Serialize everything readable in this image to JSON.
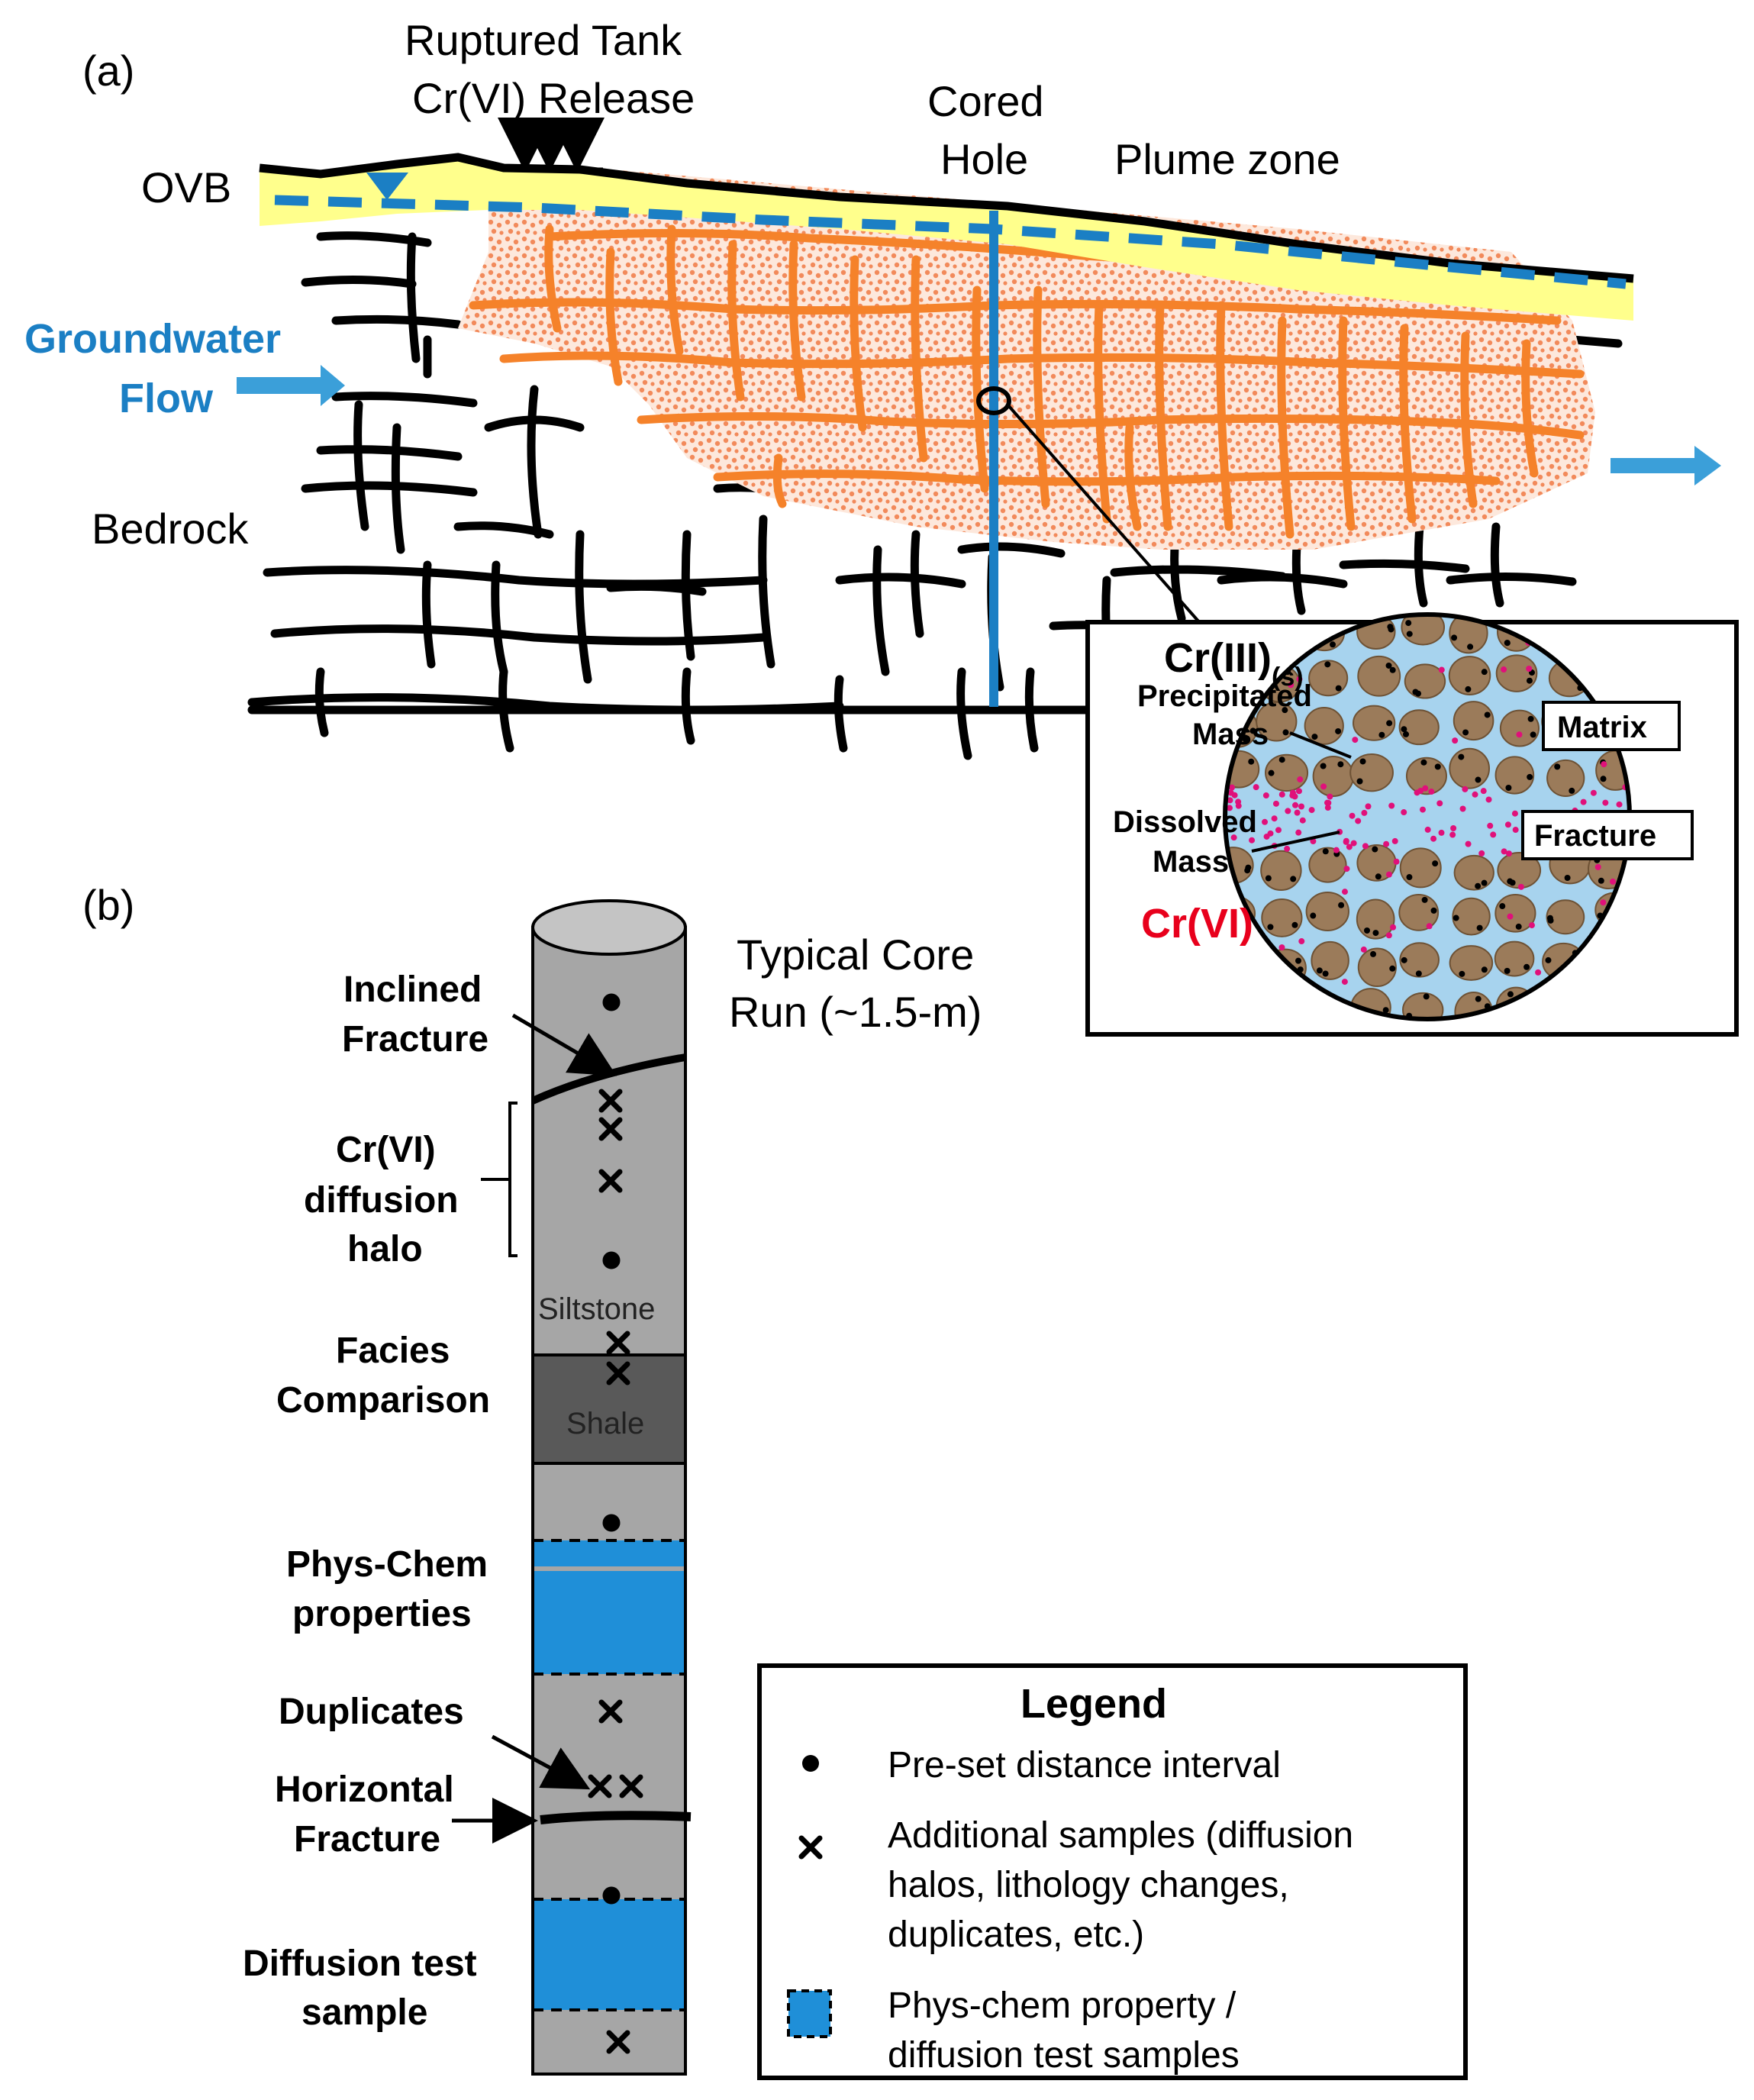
{
  "panel_a": {
    "label": "(a)",
    "ruptured_tank_line1": "Ruptured Tank",
    "ruptured_tank_line2": "Cr(VI) Release",
    "cored_hole_line1": "Cored",
    "cored_hole_line2": "Hole",
    "plume_zone": "Plume zone",
    "ovb": "OVB",
    "groundwater_line1": "Groundwater",
    "groundwater_line2": "Flow",
    "bedrock": "Bedrock",
    "inset": {
      "cr3": "Cr(III)",
      "cr3_sub": "(s)",
      "precipitated_line1": "Precipitated",
      "precipitated_line2": "Mass",
      "dissolved_line1": "Dissolved",
      "dissolved_line2": "Mass",
      "cr6": "Cr(VI)",
      "matrix": "Matrix",
      "fracture": "Fracture"
    }
  },
  "panel_b": {
    "label": "(b)",
    "core_run_line1": "Typical Core",
    "core_run_line2": "Run (~1.5-m)",
    "inclined_line1": "Inclined",
    "inclined_line2": "Fracture",
    "halo_line1": "Cr(VI)",
    "halo_line2": "diffusion",
    "halo_line3": "halo",
    "siltstone": "Siltstone",
    "facies_line1": "Facies",
    "facies_line2": "Comparison",
    "shale": "Shale",
    "physchem_line1": "Phys-Chem",
    "physchem_line2": "properties",
    "duplicates": "Duplicates",
    "horizontal_line1": "Horizontal",
    "horizontal_line2": "Fracture",
    "diffusion_line1": "Diffusion test",
    "diffusion_line2": "sample",
    "legend": {
      "title": "Legend",
      "item1": "Pre-set distance interval",
      "item2_line1": "Additional samples (diffusion",
      "item2_line2": "halos, lithology changes,",
      "item2_line3": "duplicates, etc.)",
      "item3_line1": "Phys-chem property /",
      "item3_line2": "diffusion test samples"
    }
  },
  "colors": {
    "groundwater_blue": "#1b7fc4",
    "arrow_blue": "#3b9fd9",
    "ovb_yellow": "#ffff8c",
    "plume_orange": "#f5822a",
    "plume_dots": "#f59a6e",
    "core_gray": "#a6a6a6",
    "shale_gray": "#595959",
    "sample_blue": "#1f8fd8",
    "cr6_red": "#e8001c",
    "grain_brown": "#9b7b5a",
    "pore_blue": "#a7d3ee",
    "dissolved_pink": "#e0107a"
  }
}
